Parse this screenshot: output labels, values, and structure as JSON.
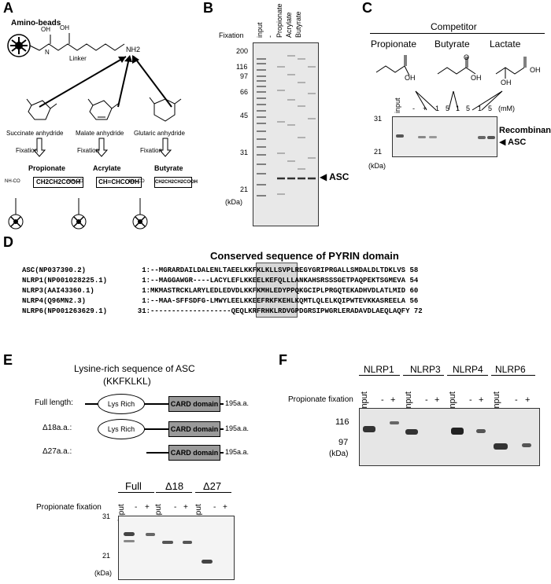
{
  "panelA": {
    "letter": "A",
    "title": "Amino-beads",
    "oh1": "OH",
    "oh2": "OH",
    "n": "N",
    "linker": "Linker",
    "nh2": "NH2",
    "reagents": [
      "Succinate anhydride",
      "Malate anhydride",
      "Glutaric anhydride"
    ],
    "fixation": "Fixation",
    "products": [
      "Propionate",
      "Acrylate",
      "Butyrate"
    ],
    "formulas": [
      "CH2CH2COOH",
      "CH=CHCOOH",
      "CH2CH2CH2COOH"
    ],
    "nhco": "NH-CO"
  },
  "panelB": {
    "letter": "B",
    "fixation": "Fixation",
    "lanes": [
      "input",
      "-",
      "Propionate",
      "Acrylate",
      "Butyrate"
    ],
    "markers": [
      "200",
      "116",
      "97",
      "66",
      "45",
      "31",
      "21"
    ],
    "unit": "(kDa)",
    "asc": "ASC"
  },
  "panelC": {
    "letter": "C",
    "competitor": "Competitor",
    "compounds": [
      "Propionate",
      "Butyrate",
      "Lactate"
    ],
    "oh": "OH",
    "o": "O",
    "lanes": [
      "input",
      "-",
      "+",
      "1",
      "5",
      "1",
      "5",
      "1",
      "5"
    ],
    "mm": "(mM)",
    "markers": [
      "31",
      "21"
    ],
    "unit": "(kDa)",
    "label": "Recombinant",
    "label2": "ASC"
  },
  "panelD": {
    "letter": "D",
    "title": "Conserved sequence of PYRIN domain",
    "rows": [
      {
        "name": "ASC(NP037390.2)",
        "start": "1:",
        "pre": "--MGRARDAILDALENLTAEEL",
        "box": "KKFKLKL",
        "post": "LSVPLREGYGRIPRGALLSMDALDLTDKLVS",
        "end": "58"
      },
      {
        "name": "NLRP1(NP001028225.1)",
        "start": "1:",
        "pre": "--MAGGAWGR----LACYLEFL",
        "box": "KKEELKE",
        "post": "FQLLLANKAHSRSSSGETPAQPEKTSGMEVA",
        "end": "54"
      },
      {
        "name": "NLRP3(AAI43360.1)",
        "start": "1:",
        "pre": "MKMASTRCKLARYLEDLEDVDL",
        "box": "KKFKMHL",
        "post": "EDYPPQKGCIPLPRGQTEKADHVDLATLMID",
        "end": "60"
      },
      {
        "name": "NLRP4(Q96MN2.3)",
        "start": "1:",
        "pre": "--MAA-SFFSDFG-LMWYLEEL",
        "box": "KKEEFRK",
        "post": "FKEHLKQMTLQLELKQIPWTEVKKASREELA",
        "end": "56"
      },
      {
        "name": "NLRP6(NP001263629.1)",
        "start": "31:",
        "pre": "-------------------QEQL",
        "box": "KRFRHKL",
        "post": "RDVGPDGRSIPWGRLERADAVDLAEQLAQFY",
        "end": "72"
      }
    ]
  },
  "panelE": {
    "letter": "E",
    "title": "Lysine-rich sequence of ASC",
    "subtitle": "(KKFKLKL)",
    "constructs": [
      "Full length:",
      "Δ18a.a.:",
      "Δ27a.a.:"
    ],
    "lys": "Lys Rich",
    "card": "CARD domain",
    "len": "195a.a.",
    "groups": [
      "Full",
      "Δ18",
      "Δ27"
    ],
    "fixation": "Propionate fixation",
    "lanes": [
      "input",
      "-",
      "+"
    ],
    "markers": [
      "31",
      "21"
    ],
    "unit": "(kDa)"
  },
  "panelF": {
    "letter": "F",
    "groups": [
      "NLRP1",
      "NLRP3",
      "NLRP4",
      "NLRP6"
    ],
    "fixation": "Propionate fixation",
    "lanes": [
      "input",
      "-",
      "+"
    ],
    "markers": [
      "116",
      "97"
    ],
    "unit": "(kDa)"
  }
}
